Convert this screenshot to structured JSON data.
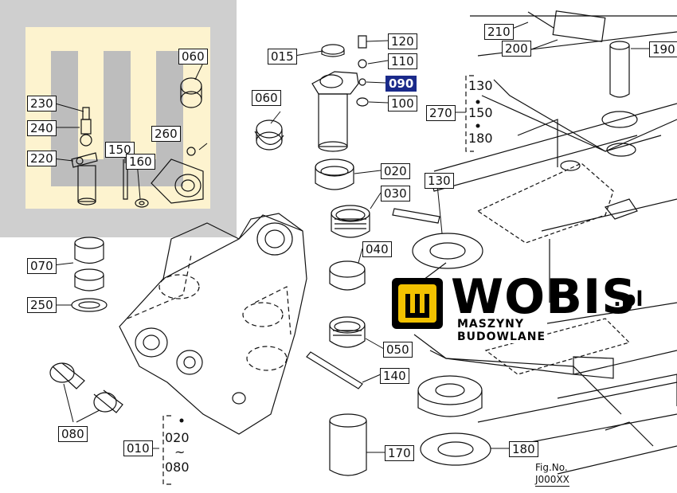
{
  "callouts": {
    "p010": "010",
    "p015": "015",
    "p020": "020",
    "p030": "030",
    "p040": "040",
    "p050": "050",
    "p060a": "060",
    "p060b": "060",
    "p070": "070",
    "p080": "080",
    "p090": "090",
    "p100": "100",
    "p110": "110",
    "p120": "120",
    "p130": "130",
    "p140": "140",
    "p150": "150",
    "p160": "160",
    "p170": "170",
    "p180": "180",
    "p190": "190",
    "p200": "200",
    "p210": "210",
    "p220": "220",
    "p230": "230",
    "p240": "240",
    "p250": "250",
    "p260": "260",
    "p270": "270"
  },
  "ranges": {
    "r270_a": "130",
    "r270_b": "150",
    "r270_c": "180",
    "r010_a": "020",
    "r010_tilde": "~",
    "r010_b": "080"
  },
  "logo": {
    "name": "WOBIS",
    "domain": ".pl",
    "tagline": "MASZYNY BUDOWLANE",
    "mark_color": "#f2c200"
  },
  "fig": {
    "label": "Fig.No.",
    "number": "J000XX"
  },
  "colors": {
    "highlight": "#1a2a8a",
    "line": "#111111",
    "panel_gray": "#cfcfcf",
    "panel_yellow": "#fdf3cf"
  }
}
